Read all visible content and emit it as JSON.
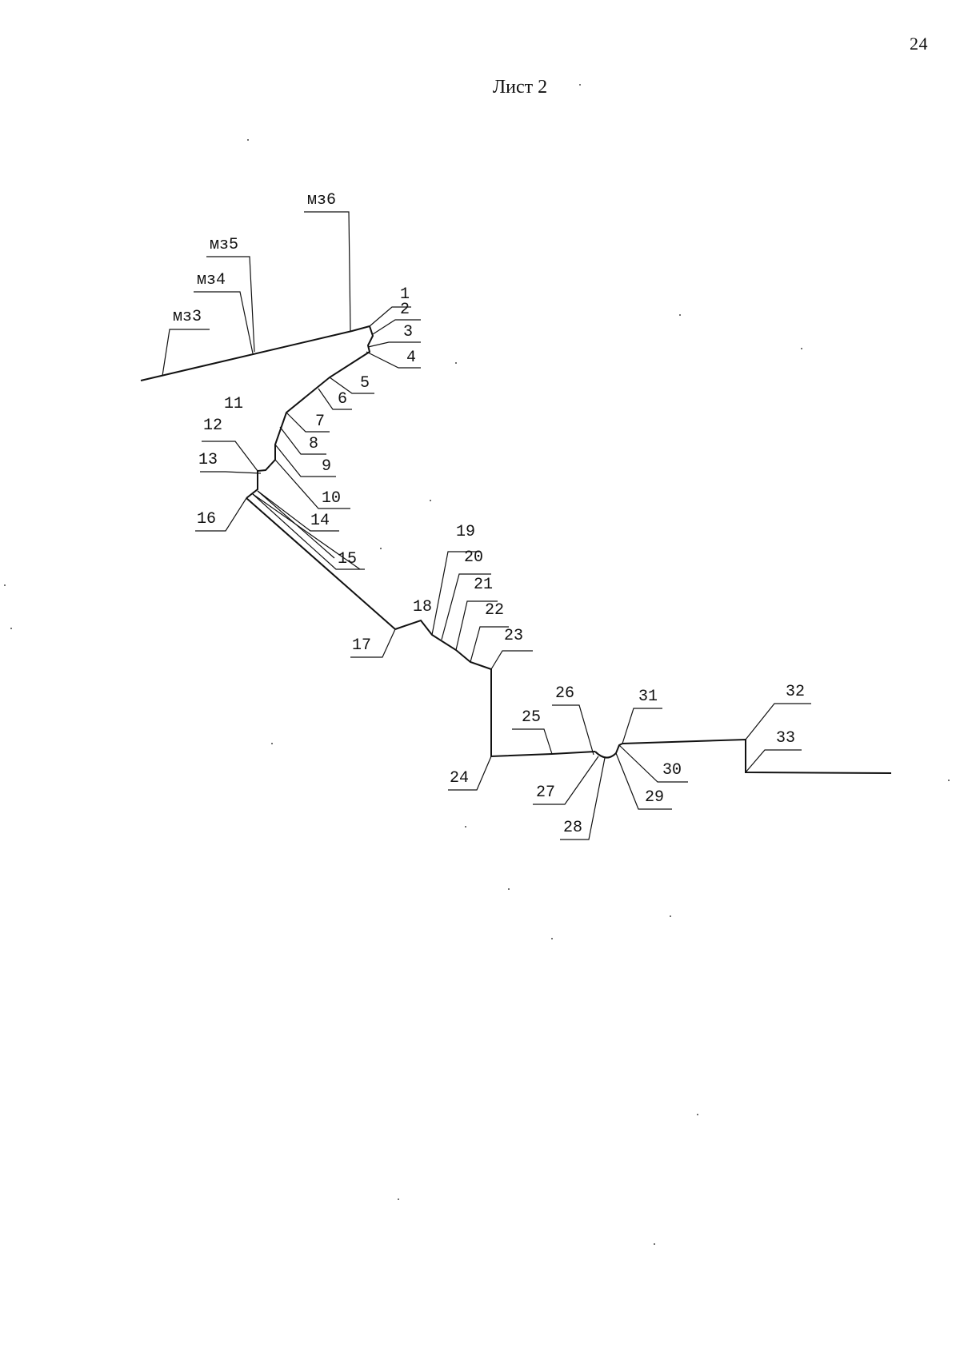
{
  "page": {
    "number": "24",
    "title": "Лист 2"
  },
  "diagram": {
    "labels": [
      {
        "id": "mz3",
        "text": "мз3"
      },
      {
        "id": "mz4",
        "text": "мз4"
      },
      {
        "id": "mz5",
        "text": "мз5"
      },
      {
        "id": "mz6",
        "text": "мз6"
      },
      {
        "id": "p1",
        "text": "1"
      },
      {
        "id": "p2",
        "text": "2"
      },
      {
        "id": "p3",
        "text": "3"
      },
      {
        "id": "p4",
        "text": "4"
      },
      {
        "id": "p5",
        "text": "5"
      },
      {
        "id": "p6",
        "text": "6"
      },
      {
        "id": "p7",
        "text": "7"
      },
      {
        "id": "p8",
        "text": "8"
      },
      {
        "id": "p9",
        "text": "9"
      },
      {
        "id": "p10",
        "text": "10"
      },
      {
        "id": "p11",
        "text": "11"
      },
      {
        "id": "p12",
        "text": "12"
      },
      {
        "id": "p13",
        "text": "13"
      },
      {
        "id": "p14",
        "text": "14"
      },
      {
        "id": "p15",
        "text": "15"
      },
      {
        "id": "p16",
        "text": "16"
      },
      {
        "id": "p17",
        "text": "17"
      },
      {
        "id": "p18",
        "text": "18"
      },
      {
        "id": "p19",
        "text": "19"
      },
      {
        "id": "p20",
        "text": "20"
      },
      {
        "id": "p21",
        "text": "21"
      },
      {
        "id": "p22",
        "text": "22"
      },
      {
        "id": "p23",
        "text": "23"
      },
      {
        "id": "p24",
        "text": "24"
      },
      {
        "id": "p25",
        "text": "25"
      },
      {
        "id": "p26",
        "text": "26"
      },
      {
        "id": "p27",
        "text": "27"
      },
      {
        "id": "p28",
        "text": "28"
      },
      {
        "id": "p29",
        "text": "29"
      },
      {
        "id": "p30",
        "text": "30"
      },
      {
        "id": "p31",
        "text": "31"
      },
      {
        "id": "p32",
        "text": "32"
      },
      {
        "id": "p33",
        "text": "33"
      }
    ]
  }
}
